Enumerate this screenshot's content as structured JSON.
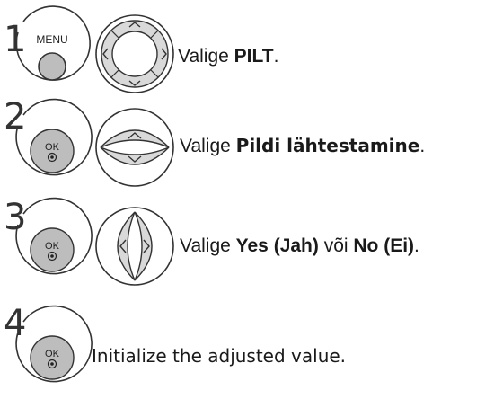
{
  "steps": [
    {
      "number": "1",
      "button_label": "MENU",
      "caption": {
        "prefix": "Valige ",
        "bold1": "PILT",
        "middle": "",
        "bold2": "",
        "suffix": "."
      }
    },
    {
      "number": "2",
      "button_label": "OK",
      "caption": {
        "prefix": "Valige ",
        "bold1": "Pildi lähtestamine",
        "middle": "",
        "bold2": "",
        "suffix": "."
      }
    },
    {
      "number": "3",
      "button_label": "OK",
      "caption": {
        "prefix": "Valige ",
        "bold1": "Yes (Jah)",
        "middle": " või ",
        "bold2": "No (Ei)",
        "suffix": "."
      }
    },
    {
      "number": "4",
      "button_label": "OK",
      "caption": {
        "prefix": "Initialize the adjusted value.",
        "bold1": "",
        "middle": "",
        "bold2": "",
        "suffix": ""
      }
    }
  ],
  "colors": {
    "button_fill": "#bdbdbd",
    "outline": "#333333",
    "arrow_pad_fill": "#d9d9d9"
  }
}
